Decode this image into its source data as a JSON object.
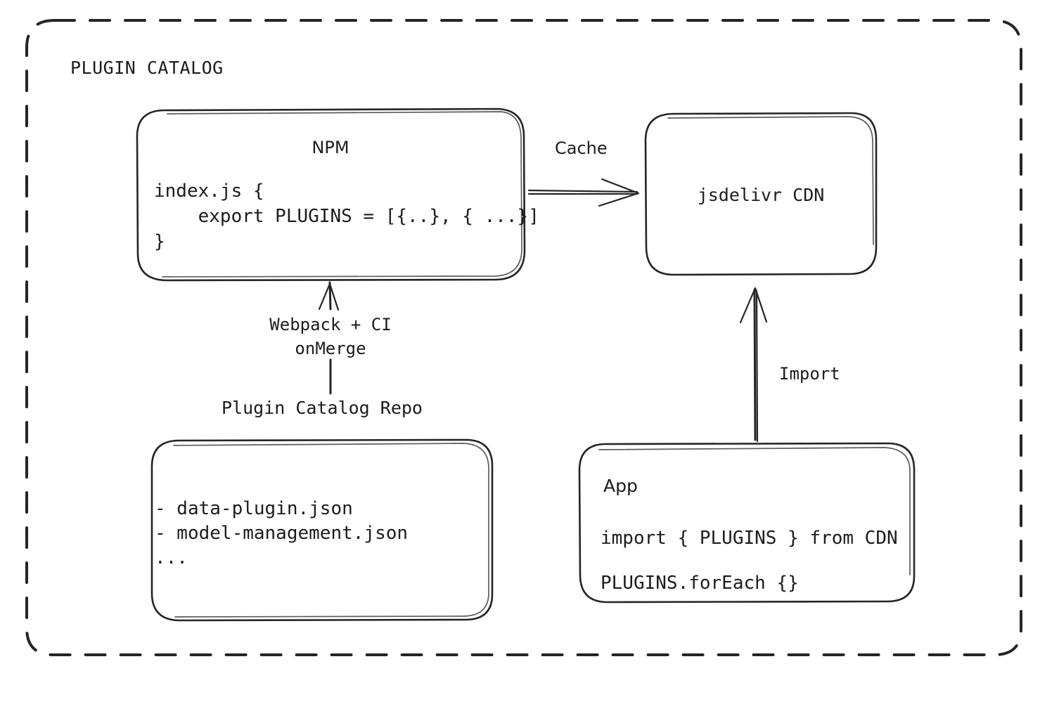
{
  "diagram": {
    "title": "PLUGIN CATALOG",
    "background_color": "#ffffff",
    "stroke_color": "#252525",
    "style": "hand-drawn whiteboard sketch"
  },
  "nodes": {
    "npm": {
      "title": "NPM",
      "code": "index.js {\n    export PLUGINS = [{..}, { ...}]\n}"
    },
    "cdn": {
      "title": "jsdelivr CDN"
    },
    "repo": {
      "caption": "Plugin Catalog Repo",
      "files": "- data-plugin.json\n- model-management.json\n..."
    },
    "app": {
      "title": "App",
      "line1": "import { PLUGINS } from CDN",
      "line2": "PLUGINS.forEach {}"
    }
  },
  "edges": {
    "cache": {
      "label": "Cache",
      "from": "npm",
      "to": "cdn",
      "direction": "right"
    },
    "build": {
      "label": "Webpack + CI\nonMerge",
      "from": "repo",
      "to": "npm",
      "direction": "up"
    },
    "import": {
      "label": "Import",
      "from": "app",
      "to": "cdn",
      "direction": "up"
    }
  }
}
